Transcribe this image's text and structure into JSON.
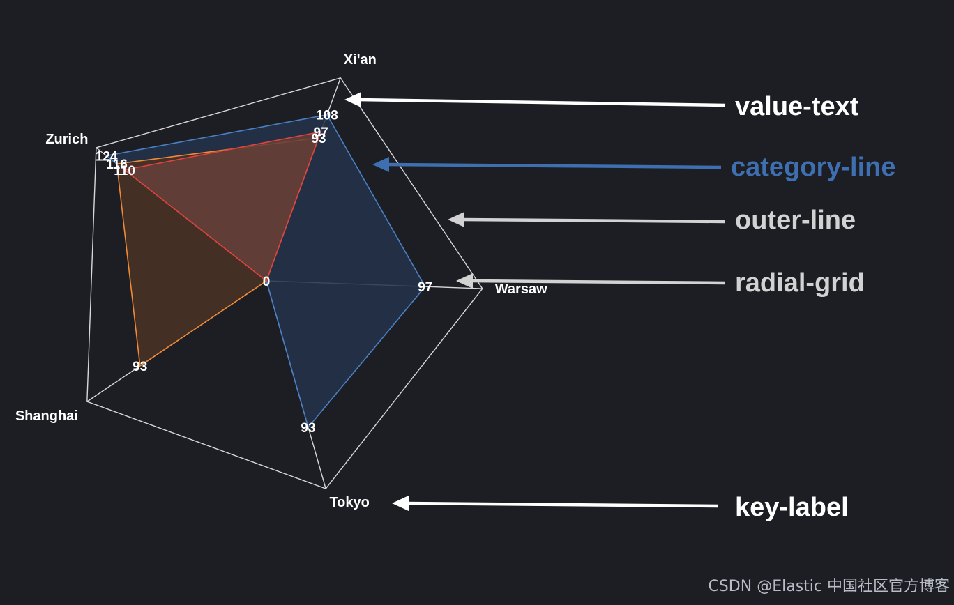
{
  "chart_data": {
    "type": "radar",
    "axes": [
      "Xi'an",
      "Warsaw",
      "Tokyo",
      "Shanghai",
      "Zurich"
    ],
    "rmax": 132,
    "series": [
      {
        "values": [
          108,
          97,
          93,
          0,
          124
        ],
        "color": "#4a80c4",
        "fill": "#23324a"
      },
      {
        "values": [
          93,
          0,
          0,
          93,
          116
        ],
        "color": "#f08a36",
        "fill": "#4a3226"
      },
      {
        "values": [
          97,
          0,
          0,
          0,
          110
        ],
        "color": "#e0433d",
        "fill": "#643f38"
      }
    ],
    "center_value_label": "0",
    "grid_color": "#d8d8d8"
  },
  "annotations": [
    {
      "label": "value-text",
      "color": "#ffffff"
    },
    {
      "label": "category-line",
      "color": "#3e6fb0"
    },
    {
      "label": "outer-line",
      "color": "#d2d2d2"
    },
    {
      "label": "radial-grid",
      "color": "#d2d2d2"
    },
    {
      "label": "key-label",
      "color": "#ffffff"
    }
  ],
  "watermark": "CSDN @Elastic 中国社区官方博客"
}
